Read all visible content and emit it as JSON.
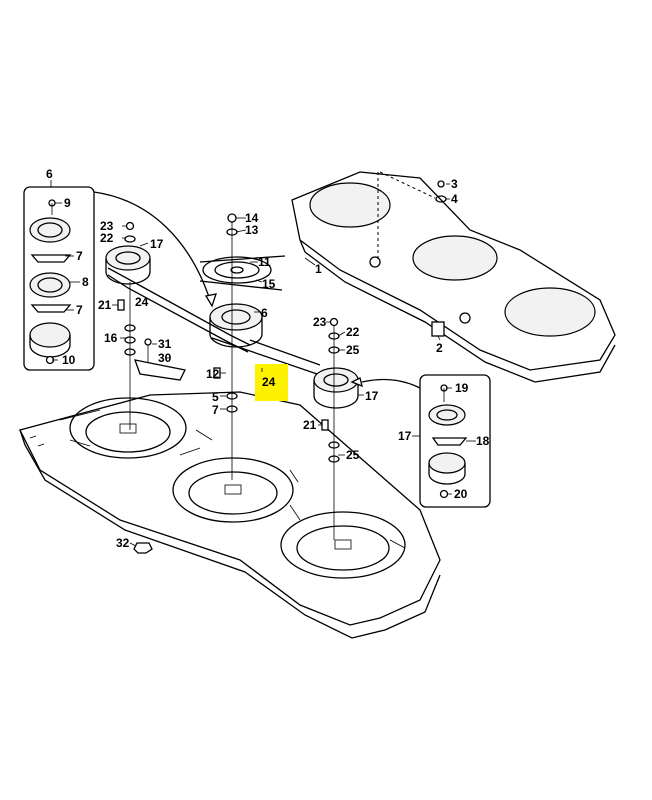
{
  "diagram": {
    "labels": {
      "p1": "1",
      "p2": "2",
      "p3": "3",
      "p4": "4",
      "p5": "5",
      "p6": "6",
      "p6_box": "6",
      "p7_a": "7",
      "p7_b": "7",
      "p7_c": "7",
      "p8": "8",
      "p9": "9",
      "p10": "10",
      "p11": "11",
      "p12": "12",
      "p13": "13",
      "p14": "14",
      "p15": "15",
      "p16": "16",
      "p17_left": "17",
      "p17_right": "17",
      "p17_box": "17",
      "p18": "18",
      "p19": "19",
      "p20": "20",
      "p21_left": "21",
      "p21_right": "21",
      "p22_left": "22",
      "p22_right": "22",
      "p23_left": "23",
      "p23_right": "23",
      "p24_left": "24",
      "p24_highlight": "24",
      "p25_a": "25",
      "p25_b": "25",
      "p30": "30",
      "p31": "31",
      "p32": "32"
    },
    "highlight_color": "#fff200"
  }
}
